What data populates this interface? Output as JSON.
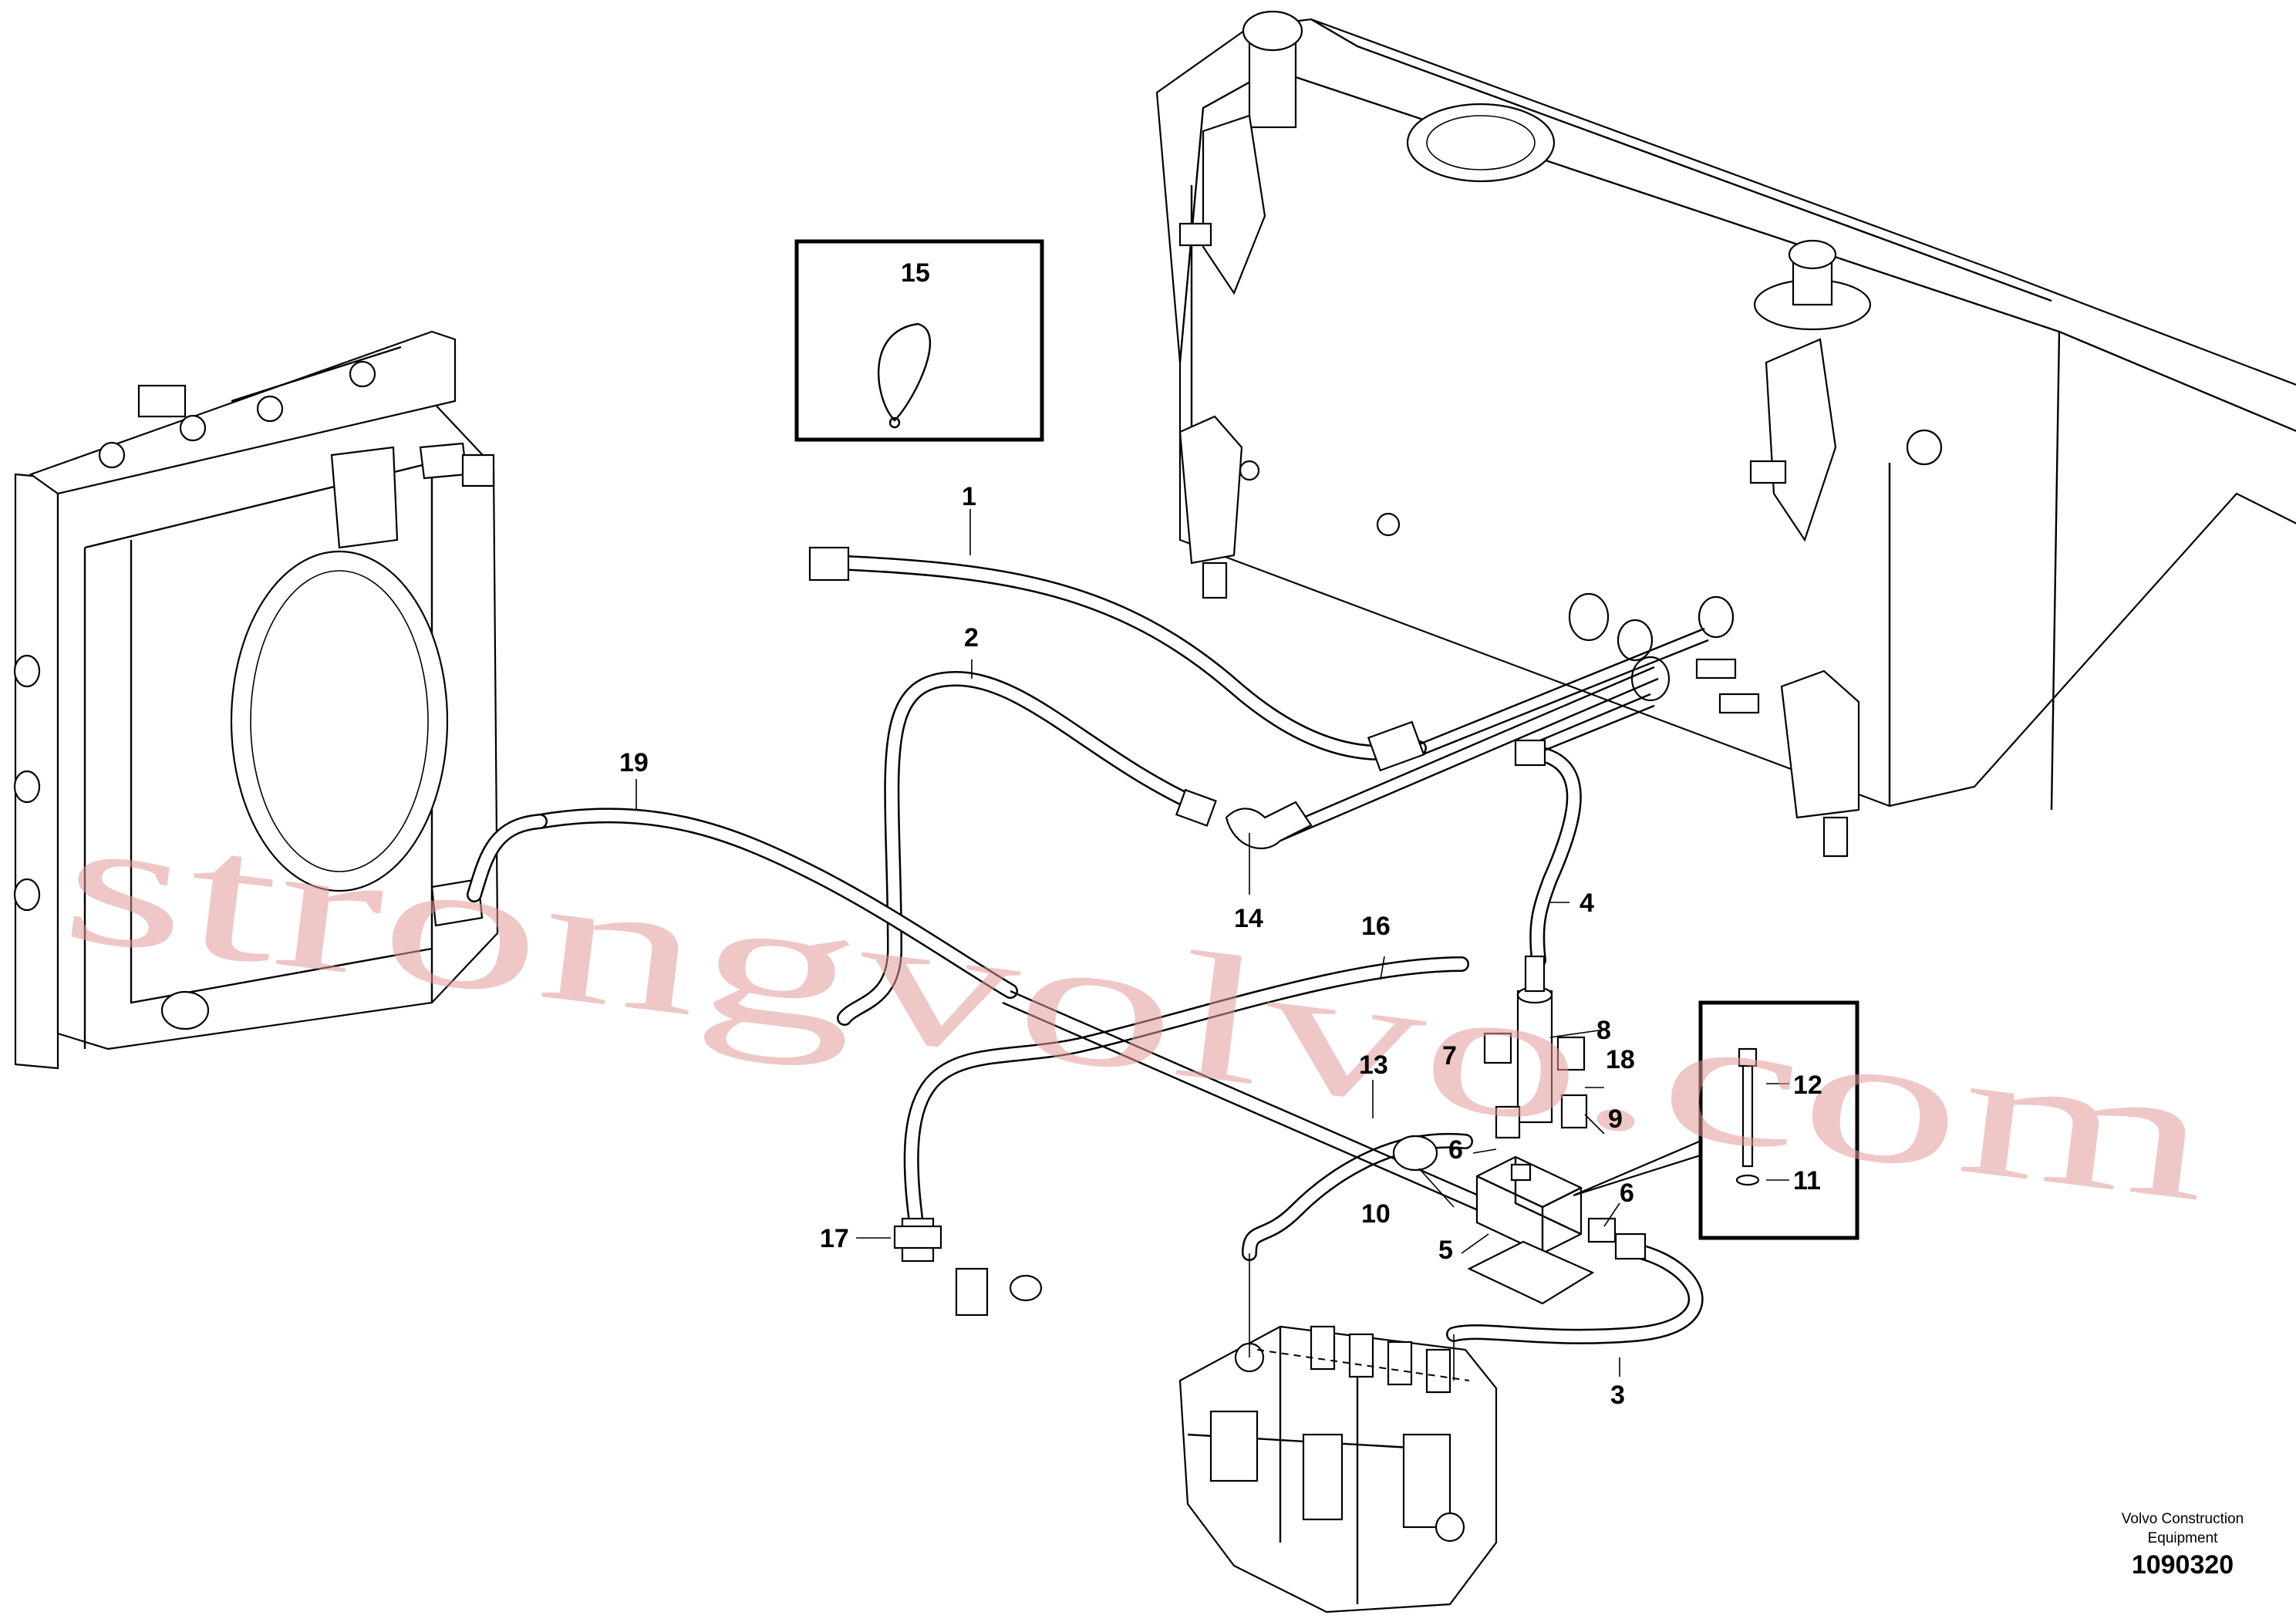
{
  "callouts": [
    {
      "id": "c1",
      "text": "1"
    },
    {
      "id": "c2",
      "text": "2"
    },
    {
      "id": "c3",
      "text": "3"
    },
    {
      "id": "c4",
      "text": "4"
    },
    {
      "id": "c5",
      "text": "5"
    },
    {
      "id": "c6a",
      "text": "6"
    },
    {
      "id": "c6b",
      "text": "6"
    },
    {
      "id": "c7",
      "text": "7"
    },
    {
      "id": "c8",
      "text": "8"
    },
    {
      "id": "c9",
      "text": "9"
    },
    {
      "id": "c10",
      "text": "10"
    },
    {
      "id": "c11",
      "text": "11"
    },
    {
      "id": "c12",
      "text": "12"
    },
    {
      "id": "c13",
      "text": "13"
    },
    {
      "id": "c14",
      "text": "14"
    },
    {
      "id": "c15",
      "text": "15"
    },
    {
      "id": "c16",
      "text": "16"
    },
    {
      "id": "c17",
      "text": "17"
    },
    {
      "id": "c18",
      "text": "18"
    },
    {
      "id": "c19",
      "text": "19"
    }
  ],
  "credit": {
    "line1": "Volvo Construction",
    "line2": "Equipment"
  },
  "document_number": "1090320",
  "watermark": "strongvolvo.com"
}
